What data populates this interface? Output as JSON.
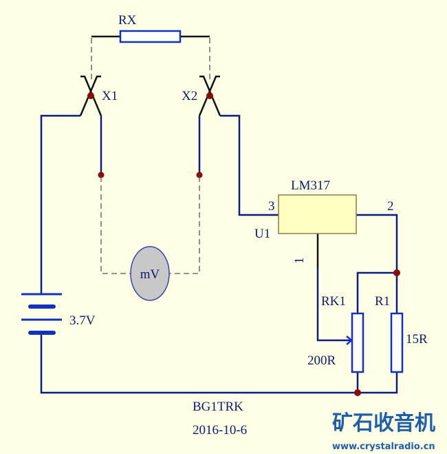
{
  "components": {
    "rx": {
      "label": "RX"
    },
    "x1": {
      "label": "X1"
    },
    "x2": {
      "label": "X2"
    },
    "meter": {
      "label": "mV"
    },
    "battery": {
      "label": "3.7V"
    },
    "regulator": {
      "label": "LM317",
      "designator": "U1",
      "pin_in": "3",
      "pin_out": "2",
      "pin_adj": "1"
    },
    "rk1": {
      "label": "RK1",
      "value": "200R"
    },
    "r1": {
      "label": "R1",
      "value": "15R"
    }
  },
  "footer": {
    "author": "BG1TRK",
    "date": "2016-10-6"
  },
  "watermark": {
    "title": "矿石收音机",
    "url": "www.crystalradio.cn"
  },
  "colors": {
    "background": "#FFFFE6",
    "wire": "#0A1C80",
    "junction": "#8B0A0A",
    "regulator_fill": "#FFFFC0",
    "meter_fill": "#C8C8C8"
  }
}
